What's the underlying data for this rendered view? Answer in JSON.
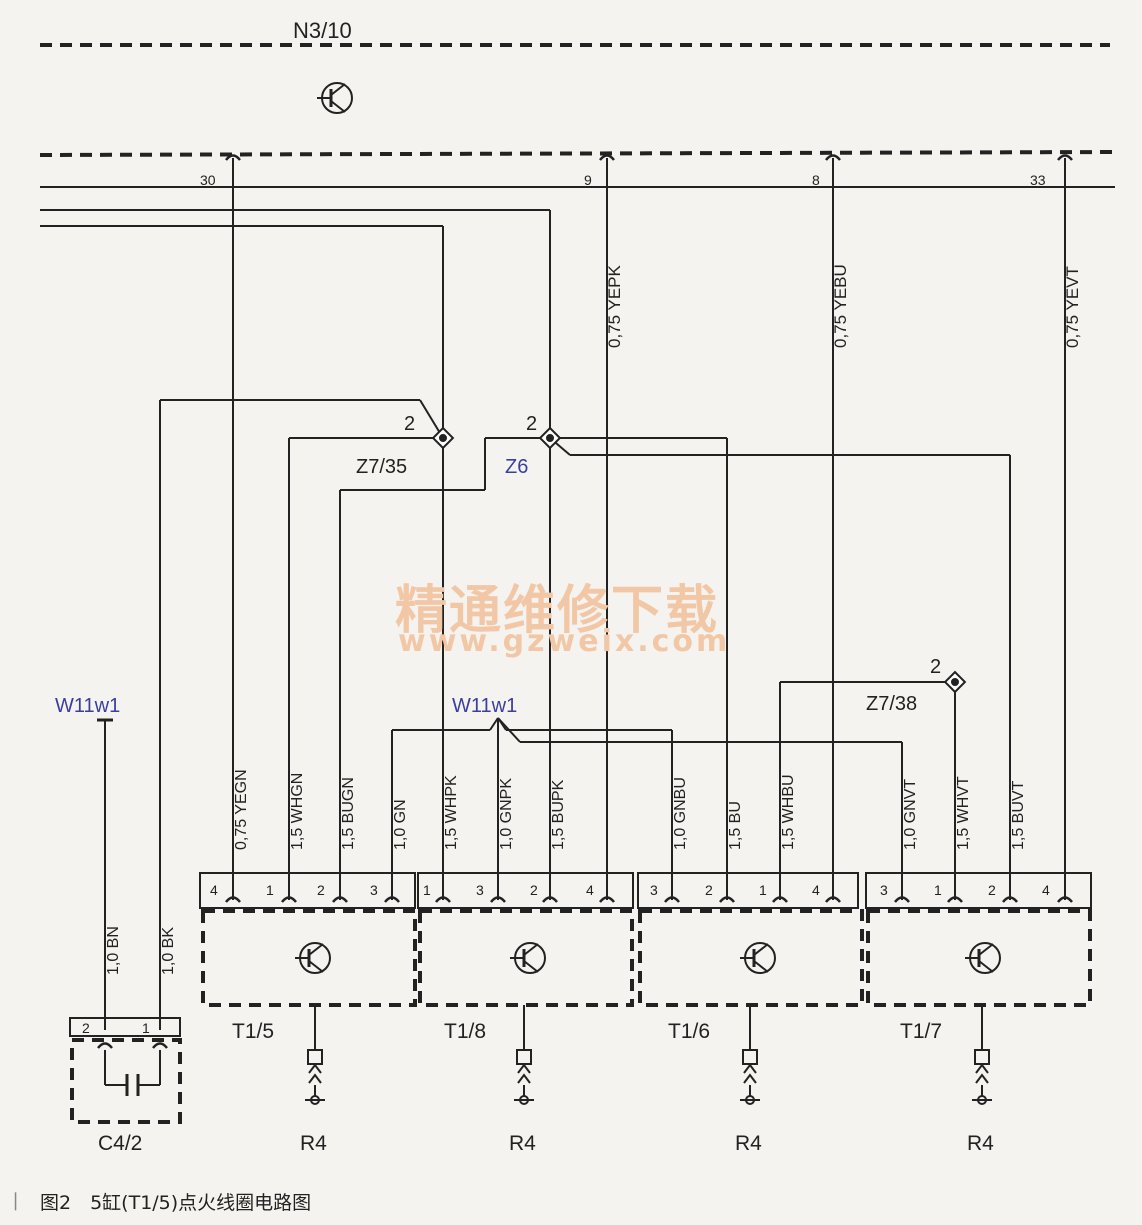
{
  "module": "N3/10",
  "pins_top": [
    "30",
    "9",
    "8",
    "33"
  ],
  "wires_top": [
    "0,75 YEPK",
    "0,75 YEBU",
    "0,75 YEVT"
  ],
  "splices": {
    "z735": {
      "label": "Z7/35",
      "num": "2"
    },
    "z6": {
      "label": "Z6",
      "num": "2"
    },
    "z738": {
      "label": "Z7/38",
      "num": "2"
    }
  },
  "shield_left": "W11w1",
  "shield_mid": "W11w1",
  "wires_bottom": [
    "0,75 YEGN",
    "1,5 WHGN",
    "1,5 BUGN",
    "1,0 GN",
    "1,5 WHPK",
    "1,0 GNPK",
    "1,5 BUPK",
    "1,0 GNBU",
    "1,5 BU",
    "1,5 WHBU",
    "1,0 GNVT",
    "1,5 WHVT",
    "1,5 BUVT"
  ],
  "wires_c4": [
    "1,0 BN",
    "1,0 BK"
  ],
  "coils": [
    {
      "label": "T1/5",
      "pins": [
        "4",
        "1",
        "2",
        "3"
      ]
    },
    {
      "label": "T1/8",
      "pins": [
        "1",
        "3",
        "2",
        "4"
      ]
    },
    {
      "label": "T1/6",
      "pins": [
        "3",
        "2",
        "1",
        "4"
      ]
    },
    {
      "label": "T1/7",
      "pins": [
        "3",
        "1",
        "2",
        "4"
      ]
    }
  ],
  "plugs": [
    "R4",
    "R4",
    "R4",
    "R4"
  ],
  "capacitor": {
    "label": "C4/2",
    "pins": [
      "2",
      "1"
    ]
  },
  "watermark_cn": "精通维修下载",
  "watermark_url": "www.gzweix.com",
  "caption": "图2　5缸(T1/5)点火线圈电路图"
}
